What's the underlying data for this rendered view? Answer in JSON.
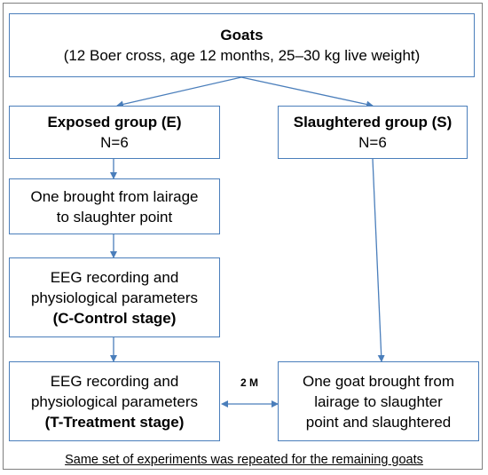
{
  "top": {
    "title": "Goats",
    "details": "(12 Boer cross, age 12 months, 25–30 kg live weight)"
  },
  "exposed_group": {
    "title": "Exposed group (E)",
    "n": "N=6"
  },
  "slaughtered_group": {
    "title": "Slaughtered group (S)",
    "n": "N=6"
  },
  "step_lairage": {
    "line1": "One brought from lairage",
    "line2": "to slaughter point"
  },
  "step_control": {
    "line1": "EEG recording and",
    "line2": "physiological parameters",
    "stage": "(C-Control stage)"
  },
  "step_treatment": {
    "line1": "EEG recording and",
    "line2": "physiological parameters",
    "stage": "(T-Treatment stage)"
  },
  "step_slaughter": {
    "line1": "One goat brought from",
    "line2": "lairage to slaughter",
    "line3": "point and slaughtered"
  },
  "connector_label": "2 M",
  "footer": "Same set of experiments was repeated for the remaining goats",
  "colors": {
    "box_border": "#4a7ebb",
    "arrow": "#4a7ebb",
    "frame_border": "#7f7f7f"
  }
}
